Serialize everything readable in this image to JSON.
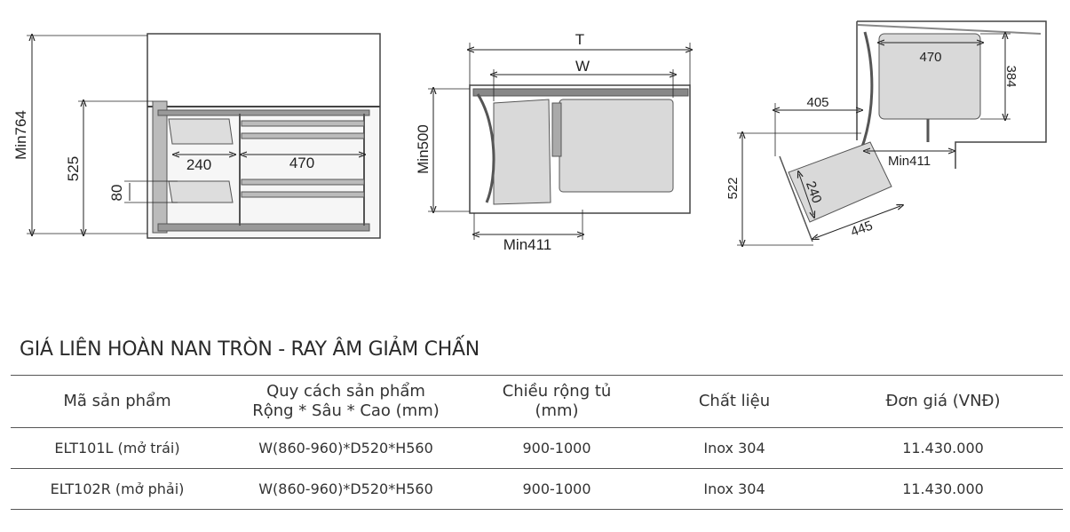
{
  "diagrams": {
    "front": {
      "height_label": "Min764",
      "inner_height_label": "525",
      "width_left_label": "240",
      "width_right_label": "470",
      "shelf_label": "80"
    },
    "top": {
      "total_label": "T",
      "width_label": "W",
      "depth_label": "Min500",
      "min_label": "Min411"
    },
    "corner": {
      "basket_label": "470",
      "height_label": "384",
      "offset_label": "405",
      "min_label": "Min411",
      "depth_label": "522",
      "pull_width_label": "240",
      "pull_length_label": "445"
    }
  },
  "title": "GIÁ LIÊN HOÀN NAN TRÒN - RAY ÂM GIẢM CHẤN",
  "table": {
    "headers": [
      {
        "line1": "Mã sản phẩm",
        "line2": ""
      },
      {
        "line1": "Quy cách sản phẩm",
        "line2": "Rộng * Sâu * Cao (mm)"
      },
      {
        "line1": "Chiều rộng tủ",
        "line2": "(mm)"
      },
      {
        "line1": "Chất liệu",
        "line2": ""
      },
      {
        "line1": "Đơn giá  (VNĐ)",
        "line2": ""
      }
    ],
    "rows": [
      {
        "code": "ELT101L (mở trái)",
        "spec": "W(860-960)*D520*H560",
        "cabinet": "900-1000",
        "material": "Inox 304",
        "price": "11.430.000"
      },
      {
        "code": "ELT102R (mở phải)",
        "spec": "W(860-960)*D520*H560",
        "cabinet": "900-1000",
        "material": "Inox 304",
        "price": "11.430.000"
      }
    ]
  }
}
